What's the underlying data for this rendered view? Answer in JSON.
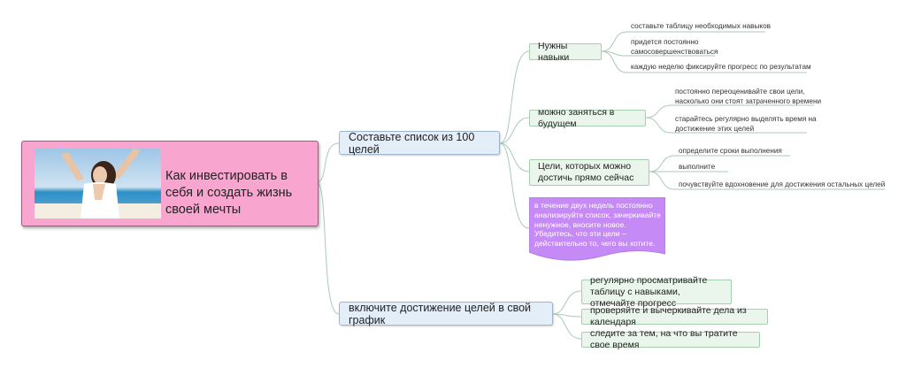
{
  "root": {
    "title": "Как инвестировать в себя и создать жизнь своей мечты",
    "image_icon": "woman-arms-raised-photo"
  },
  "branch1": {
    "label": "Составьте список из 100 целей",
    "children": [
      {
        "label": "Нужны навыки",
        "children": [
          "составьте таблицу необходимых навыков",
          "придется постоянно\nсамосовершенствоваться",
          "каждую неделю фиксируйте прогресс по результатам"
        ]
      },
      {
        "label": "можно заняться в будущем",
        "children": [
          "постоянно переоценивайте свои цели,\nнасколько они стоят затраченного времени",
          "старайтесь регулярно выделять время на\nдостижение этих целей"
        ]
      },
      {
        "label": "Цели, которых можно достичь прямо сейчас",
        "children": [
          "определите сроки выполнения",
          "выполните",
          "почувствуйте вдохновение для достижения остальных целей"
        ]
      }
    ],
    "note": "в течение двух недель постоянно анализируйте список, зачеркивайте ненужное, вносите новое. Убедитесь, что эти цели – действительно то, чего вы хотите."
  },
  "branch2": {
    "label": "включите достижение целей в свой график",
    "children": [
      "регулярно просматривайте таблицу с навыками, отмечайте прогресс",
      "проверяйте и вычеркивайте дела из календаря",
      "следите за тем, на что вы тратите свое время"
    ]
  },
  "colors": {
    "root_fill": "#f8a6cf",
    "level1_fill": "#e4eef8",
    "level2_fill": "#eaf6ec",
    "note_fill": "#c68af6",
    "connector": "#a9c9b7"
  }
}
